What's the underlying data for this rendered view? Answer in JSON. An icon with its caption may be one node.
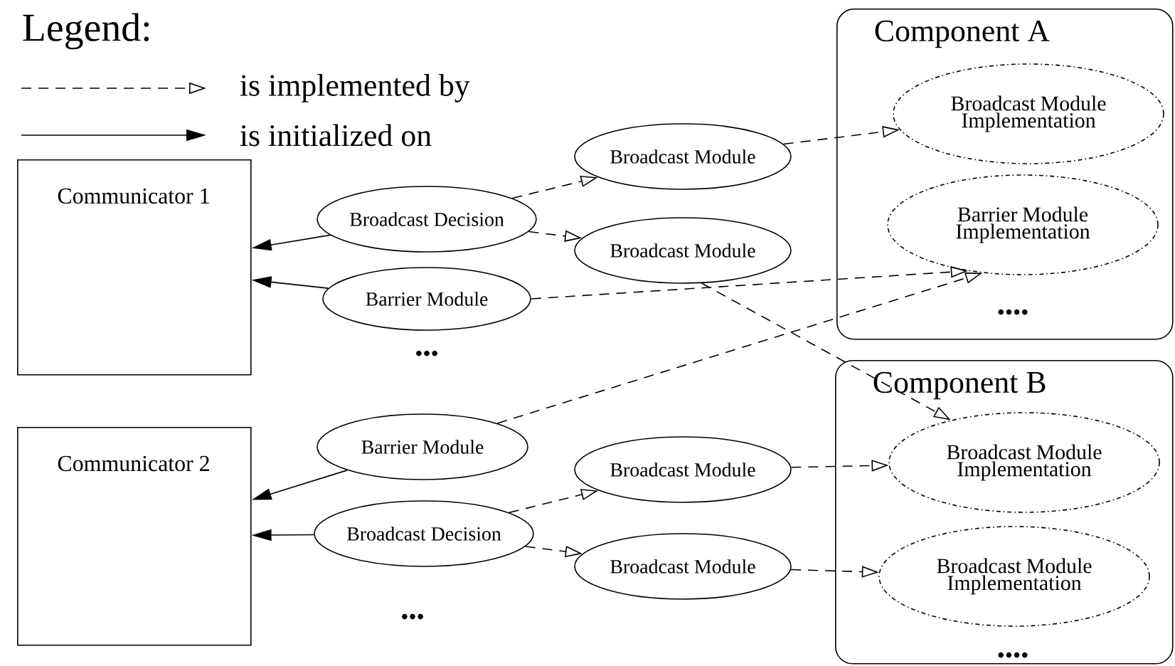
{
  "diagram": {
    "nodes": [
      {
        "text": [
          "Communicator 1"
        ]
      },
      {
        "text": [
          "Broadcast Decision"
        ]
      },
      {
        "text": [
          "Barrier Module"
        ]
      },
      {
        "text": [
          "Broadcast Module"
        ]
      },
      {
        "text": [
          "Broadcast Module"
        ]
      },
      {
        "text": [
          "Communicator 2"
        ]
      },
      {
        "text": [
          "Barrier Module"
        ]
      },
      {
        "text": [
          "Broadcast Decision"
        ]
      },
      {
        "text": [
          "Broadcast Module"
        ]
      },
      {
        "text": [
          "Broadcast Module"
        ]
      },
      {
        "text": [
          "Component A"
        ]
      },
      {
        "text": [
          "Broadcast Module Implementation"
        ],
        "in": 10
      },
      {
        "text": [
          "Barrier Module Implementation"
        ],
        "in": 10
      },
      {
        "text": [
          "Component B"
        ]
      },
      {
        "text": [
          "Broadcast Module Implementation"
        ],
        "in": 13
      },
      {
        "text": [
          "Broadcast Module Implementation"
        ],
        "in": 13
      }
    ],
    "edges": [
      {
        "from": 1,
        "to": 0,
        "arrow": "to"
      },
      {
        "from": 2,
        "to": 0,
        "arrow": "to"
      },
      {
        "from": 6,
        "to": 5,
        "arrow": "to"
      },
      {
        "from": 7,
        "to": 5,
        "arrow": "to"
      },
      {
        "from": 1,
        "to": 3,
        "arrow": "to",
        "style": "dashed"
      },
      {
        "from": 1,
        "to": 4,
        "arrow": "to",
        "style": "dashed"
      },
      {
        "from": 3,
        "to": 11,
        "arrow": "to",
        "style": "dashed"
      },
      {
        "from": 2,
        "to": 12,
        "arrow": "to",
        "style": "dashed"
      },
      {
        "from": 4,
        "to": 14,
        "arrow": "to",
        "style": "dashed"
      },
      {
        "from": 6,
        "to": 12,
        "arrow": "to",
        "style": "dashed"
      },
      {
        "from": 7,
        "to": 8,
        "arrow": "to",
        "style": "dashed"
      },
      {
        "from": 7,
        "to": 9,
        "arrow": "to",
        "style": "dashed"
      },
      {
        "from": 8,
        "to": 14,
        "arrow": "to",
        "style": "dashed"
      },
      {
        "from": 9,
        "to": 15,
        "arrow": "to",
        "style": "dashed"
      }
    ],
    "labels": [
      "Legend:",
      "•••",
      "••••",
      "••••",
      "•••"
    ],
    "legend": [
      {
        "text": "is implemented by"
      },
      {
        "text": "is initialized on"
      }
    ]
  }
}
